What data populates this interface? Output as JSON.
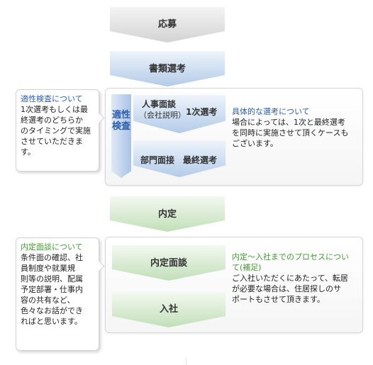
{
  "flow": {
    "apply": "応募",
    "document_screening": "書類選考",
    "aptitude_test": "適性検査",
    "interview1_line1": "人事面談",
    "interview1_line2": "（会社説明）",
    "interview1_stage": "1次選考",
    "interview2_label": "部門面接",
    "interview2_stage": "最終選考",
    "offer": "内定",
    "offer_interview": "内定面談",
    "joining": "入社"
  },
  "notes": {
    "aptitude": {
      "title": "適性検査について",
      "lines": [
        "1次選考もしくは最",
        "終選考のどちらか",
        "のタイミングで実施",
        "させていただきま",
        "す。"
      ]
    },
    "selection": {
      "title": "具体的な選考について",
      "lines": [
        "場合によっては、1次と最終選考",
        "を同時に実施させて頂くケースも",
        "ございます。"
      ]
    },
    "offer_interview": {
      "title": "内定面談について",
      "lines": [
        "条件面の確認、社",
        "員制度や就業規",
        "則等の説明、配属",
        "予定部署・仕事内",
        "容の共有など、",
        "色々なお話ができ",
        "ればと思います。"
      ]
    },
    "process": {
      "title_lines": [
        "内定～入社までのプロセスについ",
        "て(補足)"
      ],
      "lines": [
        "ご入社いただくにあたって、転居",
        "が必要な場合は、住居探しのサ",
        "ポートもさせて頂きます。"
      ]
    }
  },
  "colors": {
    "blue_text": "#2b5fa8",
    "green_text": "#3f9a2f",
    "gray_step": "#d3d3d3",
    "blue_step": "#b3cbe8",
    "green_step": "#c2dfb8"
  }
}
